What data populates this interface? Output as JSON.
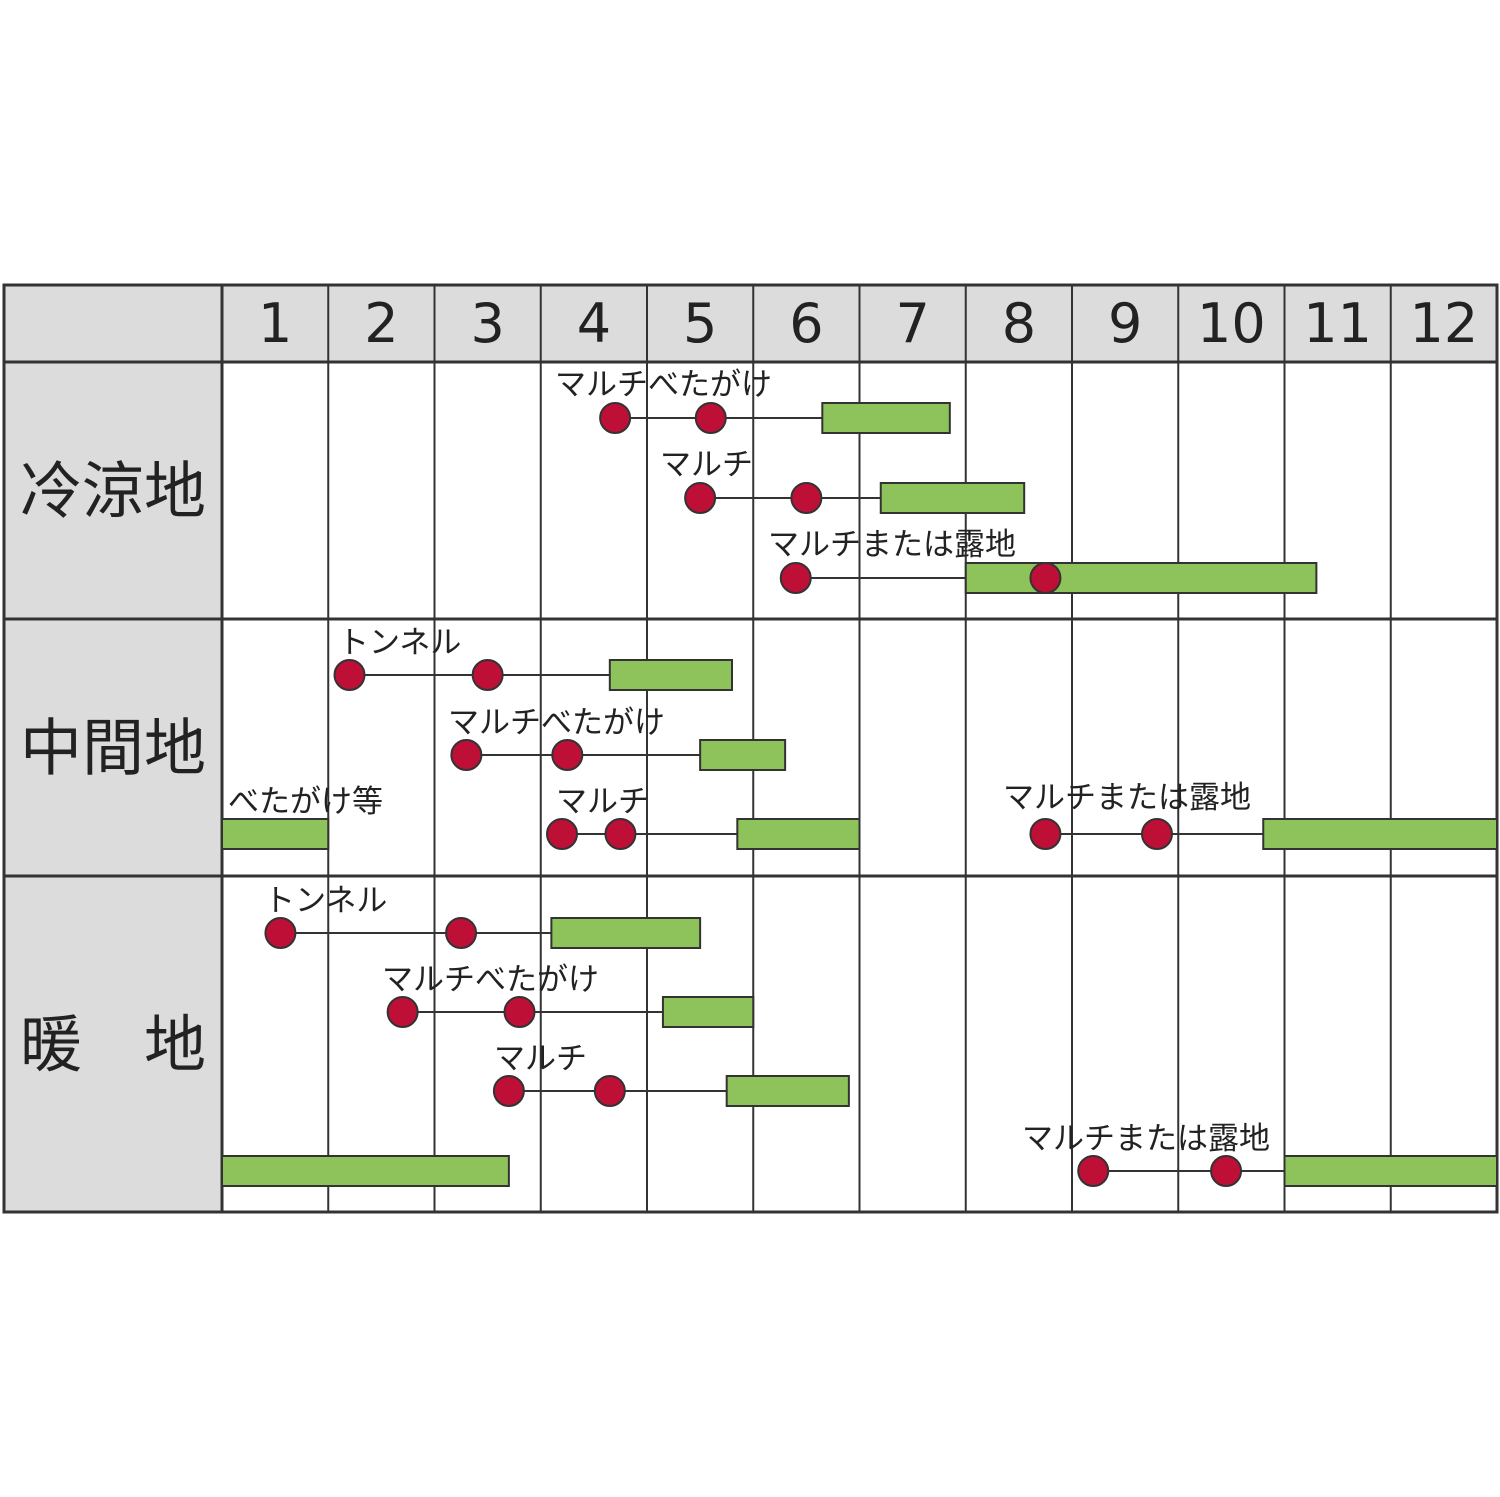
{
  "chart_data": {
    "type": "gantt",
    "title": "",
    "months": [
      "1",
      "2",
      "3",
      "4",
      "5",
      "6",
      "7",
      "8",
      "9",
      "10",
      "11",
      "12"
    ],
    "regions": [
      {
        "name": "冷涼地",
        "rows": [
          {
            "label": "マルチべたがけ",
            "sow": 4.7,
            "plant": 5.6,
            "harvest_start": 6.65,
            "harvest_end": 7.85
          },
          {
            "label": "マルチ",
            "sow": 5.5,
            "plant": 6.5,
            "harvest_start": 7.2,
            "harvest_end": 8.55
          },
          {
            "label": "マルチまたは露地",
            "sow": 6.4,
            "plant": 8.75,
            "harvest_start": 8.0,
            "harvest_end": 11.3
          }
        ]
      },
      {
        "name": "中間地",
        "rows": [
          {
            "label": "トンネル",
            "sow": 2.2,
            "plant": 3.5,
            "harvest_start": 4.65,
            "harvest_end": 5.8
          },
          {
            "label": "マルチべたがけ",
            "sow": 3.3,
            "plant": 4.25,
            "harvest_start": 5.5,
            "harvest_end": 6.3
          },
          {
            "label": "べたがけ等",
            "harvest_start": 1.0,
            "harvest_end": 2.0
          },
          {
            "label": "マルチ",
            "sow": 4.2,
            "plant": 4.75,
            "harvest_start": 5.85,
            "harvest_end": 7.0
          },
          {
            "label": "マルチまたは露地",
            "sow": 8.75,
            "plant": 9.8,
            "harvest_start": 10.8,
            "harvest_end": 13.0
          }
        ]
      },
      {
        "name": "暖　地",
        "rows": [
          {
            "label": "トンネル",
            "sow": 1.55,
            "plant": 3.25,
            "harvest_start": 4.1,
            "harvest_end": 5.5
          },
          {
            "label": "マルチべたがけ",
            "sow": 2.7,
            "plant": 3.8,
            "harvest_start": 5.15,
            "harvest_end": 6.0
          },
          {
            "label": "マルチ",
            "sow": 3.7,
            "plant": 4.65,
            "harvest_start": 5.75,
            "harvest_end": 6.9
          },
          {
            "harvest_start": 1.0,
            "harvest_end": 3.7
          },
          {
            "label": "マルチまたは露地",
            "sow": 9.2,
            "plant": 10.45,
            "harvest_start": 11.0,
            "harvest_end": 13.0
          }
        ]
      }
    ],
    "colors": {
      "header_bg": "#dcdcdc",
      "sow_marker": "#be0f37",
      "harvest_bar": "#8dc35a",
      "line": "#333333"
    }
  }
}
